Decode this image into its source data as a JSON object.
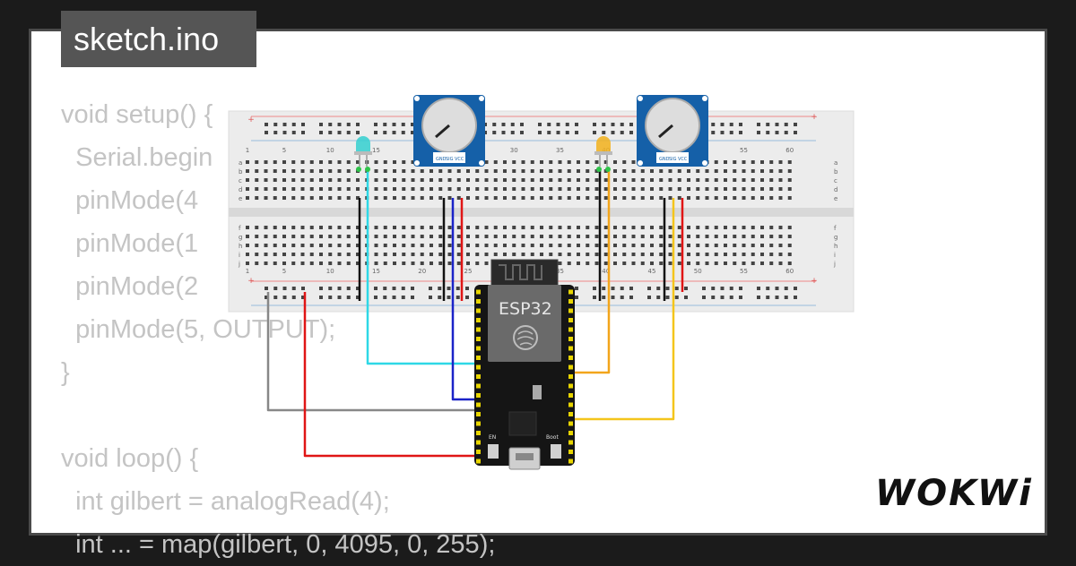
{
  "filename": "sketch.ino",
  "code_lines": [
    "void setup() {",
    "  Serial.begin",
    "  pinMode(4",
    "  pinMode(1",
    "  pinMode(2",
    "  pinMode(5, OUTPUT);",
    "}",
    "",
    "void loop() {",
    "  int gilbert = analogRead(4);",
    "  int ... = map(gilbert, 0, 4095, 0, 255);"
  ],
  "breadboard": {
    "column_numbers": [
      "1",
      "5",
      "10",
      "15",
      "20",
      "25",
      "30",
      "35",
      "40",
      "45",
      "50",
      "55",
      "60"
    ],
    "row_letters_top": [
      "a",
      "b",
      "c",
      "d",
      "e"
    ],
    "row_letters_bottom": [
      "f",
      "g",
      "h",
      "i",
      "j"
    ],
    "rail_plus": "+",
    "rail_minus": "-"
  },
  "board": {
    "chip_label": "ESP32",
    "en_label": "EN",
    "boot_label": "Boot"
  },
  "potentiometers": [
    {
      "pins": [
        "GND",
        "SIG",
        "VCC"
      ]
    },
    {
      "pins": [
        "GND",
        "SIG",
        "VCC"
      ]
    }
  ],
  "leds": [
    {
      "color": "#34d0d0"
    },
    {
      "color": "#f2b21c"
    }
  ],
  "wire_colors": {
    "cyan": "#2ed8e6",
    "black": "#111111",
    "blue": "#1b23c8",
    "red": "#e01515",
    "orange": "#f2a51b",
    "yellow": "#f4c51b",
    "gray": "#888888"
  },
  "logo": "WOKWi"
}
